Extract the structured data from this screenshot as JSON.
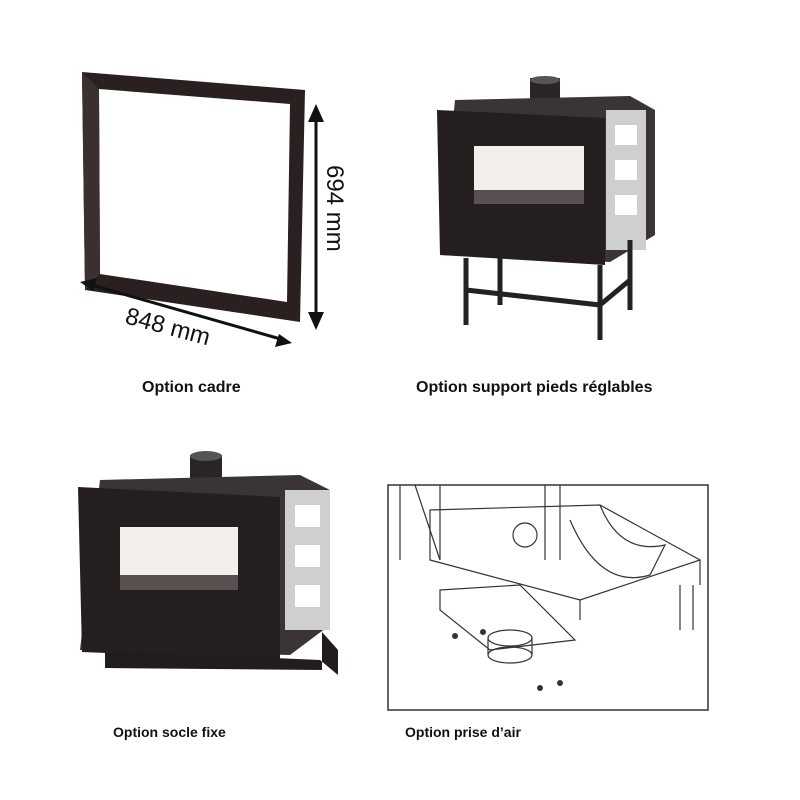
{
  "dimensions": {
    "height_label": "694 mm",
    "width_label": "848 mm"
  },
  "captions": {
    "frame": "Option cadre",
    "adjustable_feet": "Option support pieds réglables",
    "fixed_base": "Option socle fixe",
    "air_intake": "Option prise d’air"
  }
}
